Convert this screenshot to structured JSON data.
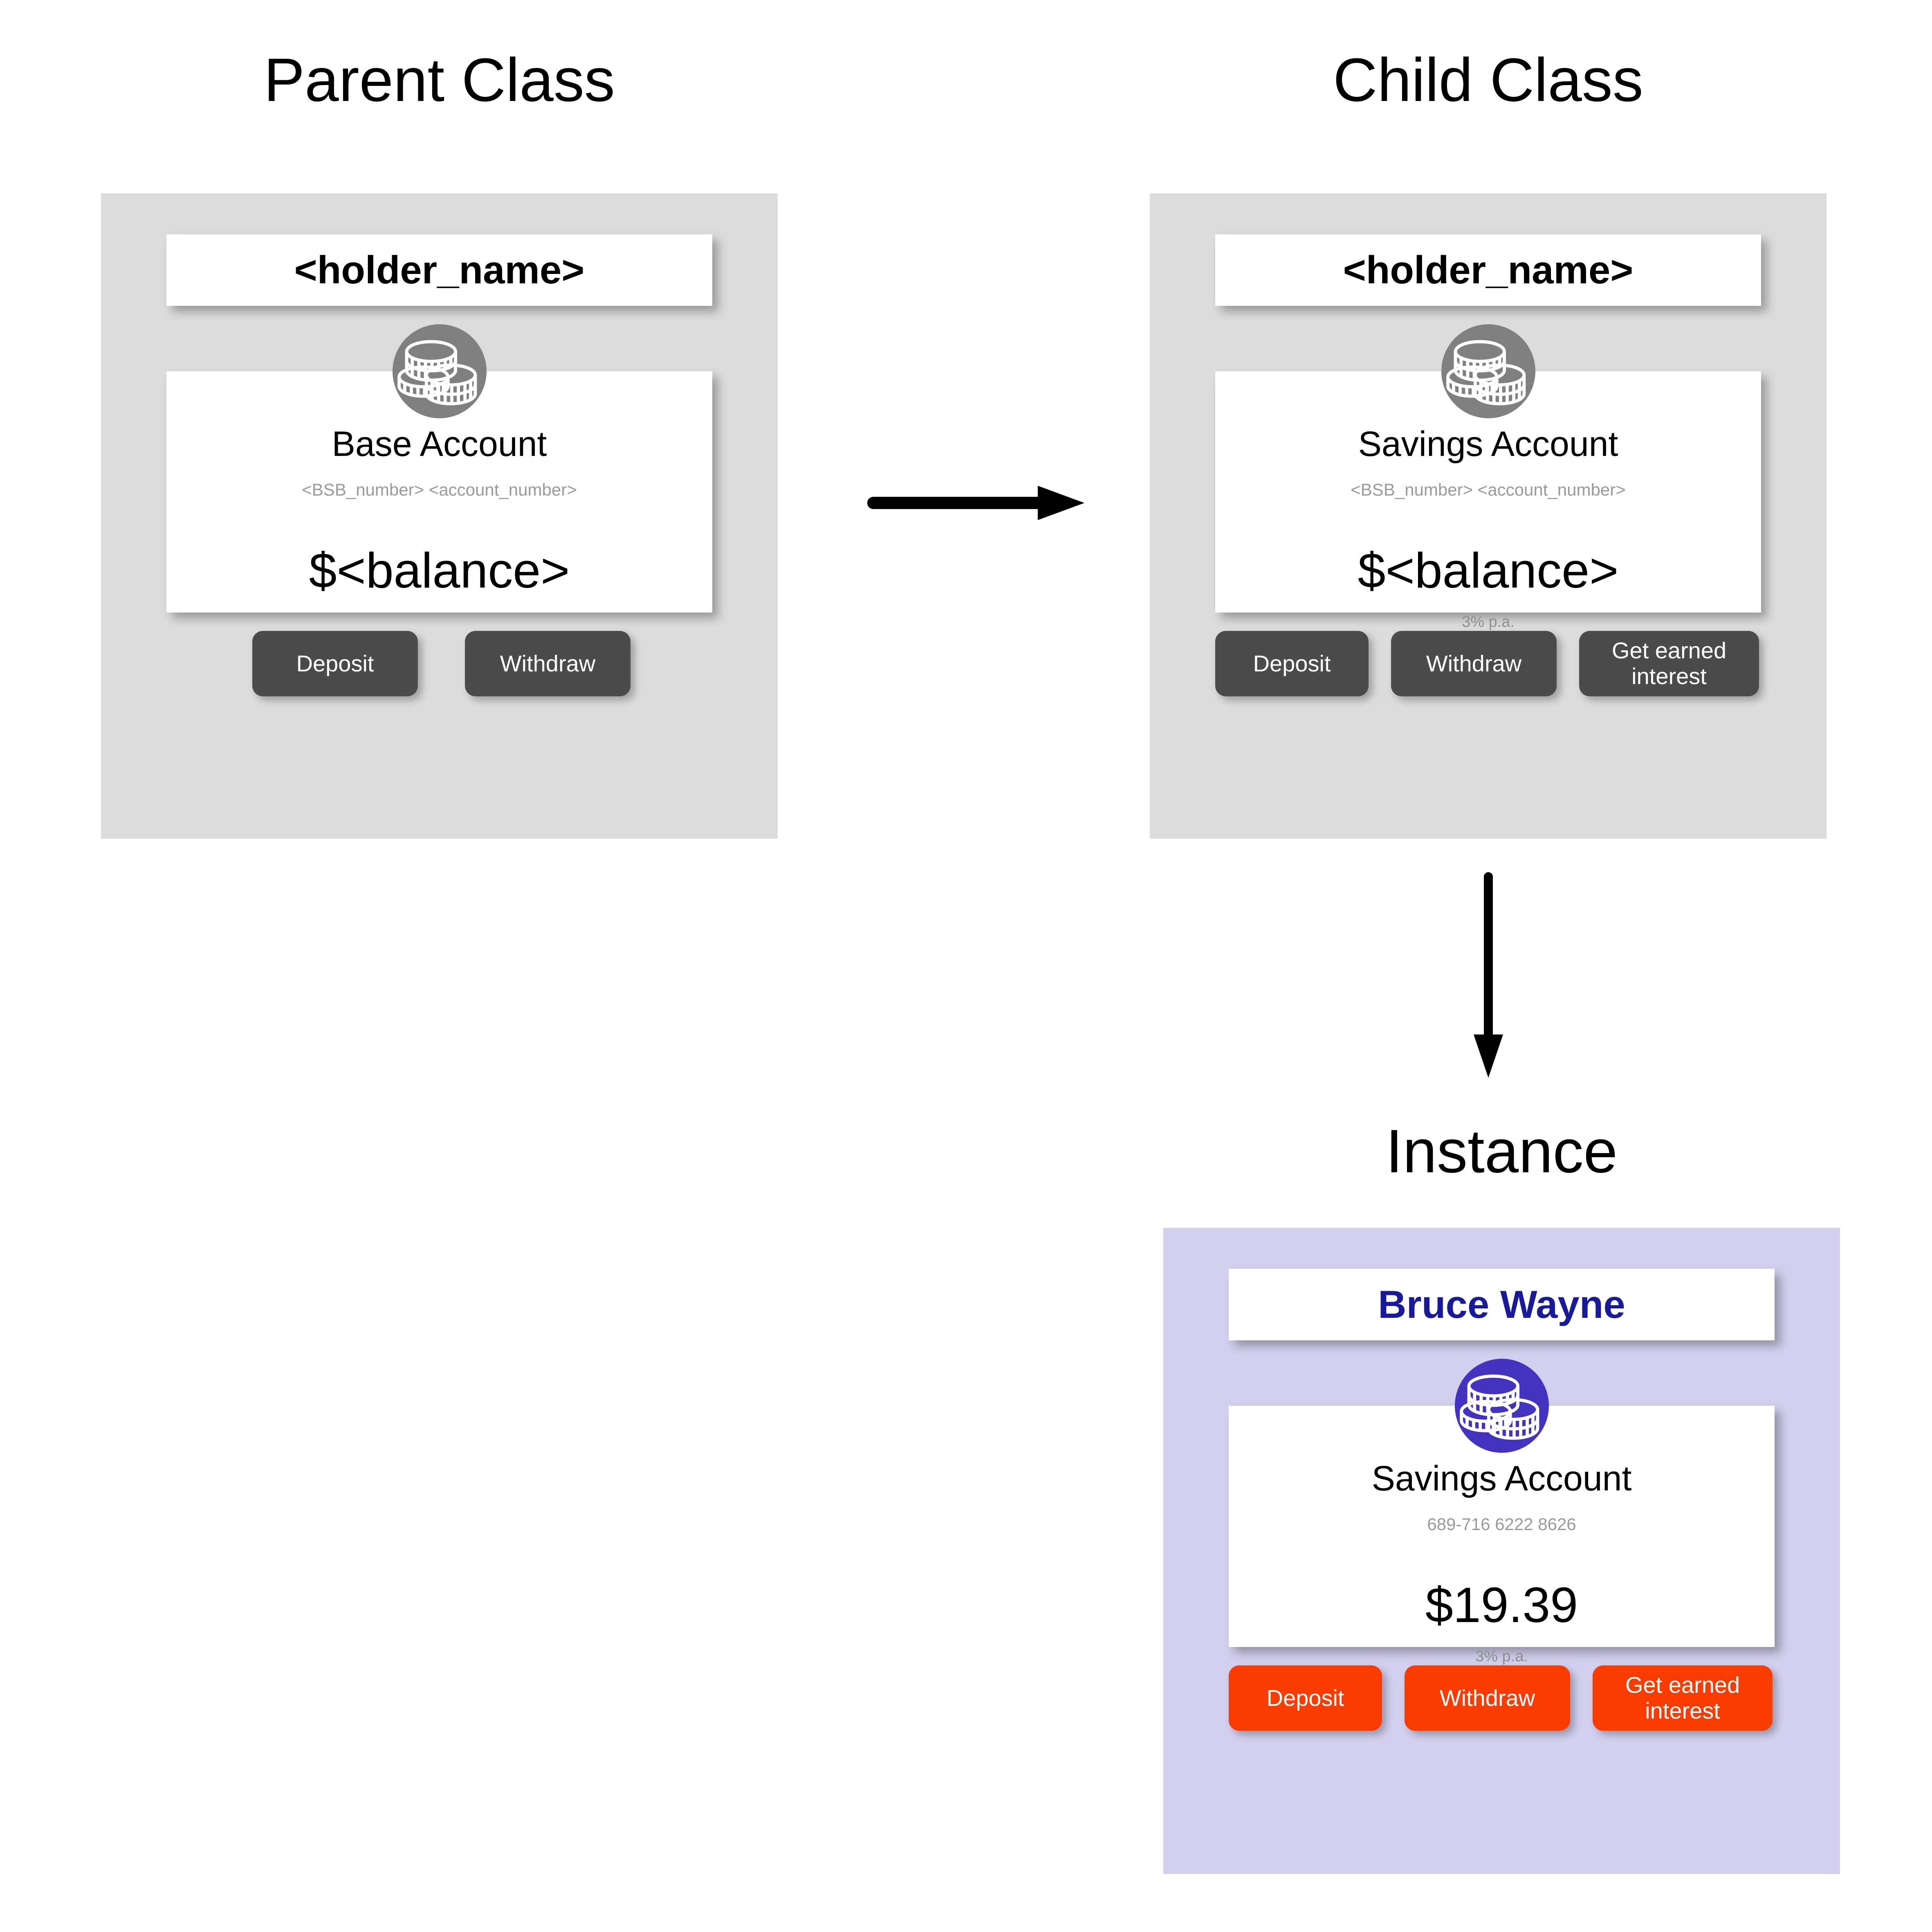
{
  "diagram": {
    "headings": {
      "parent": "Parent Class",
      "child": "Child Class",
      "instance": "Instance"
    },
    "colors": {
      "panel_class_bg": "#dcdcdc",
      "panel_instance_bg": "#d2d0ee",
      "card_bg": "#ffffff",
      "button_class": "#4b4b4b",
      "button_instance": "#fa3c00",
      "coin_badge_class": "#808080",
      "coin_badge_instance": "#4333c0",
      "holder_name_instance": "#19199c",
      "muted_text": "#9a9a9a",
      "arrow": "#000000"
    }
  },
  "parent_class": {
    "holder_name": "<holder_name>",
    "account_type": "Base Account",
    "account_number": "<BSB_number> <account_number>",
    "balance": "$<balance>",
    "interest_rate": null,
    "buttons": [
      {
        "label": "Deposit"
      },
      {
        "label": "Withdraw"
      }
    ],
    "coin_icon": "coin-stack-icon"
  },
  "child_class": {
    "holder_name": "<holder_name>",
    "account_type": "Savings Account",
    "account_number": "<BSB_number> <account_number>",
    "balance": "$<balance>",
    "interest_rate": "3% p.a.",
    "buttons": [
      {
        "label": "Deposit"
      },
      {
        "label": "Withdraw"
      },
      {
        "label": "Get earned interest"
      }
    ],
    "coin_icon": "coin-stack-icon"
  },
  "instance": {
    "holder_name": "Bruce Wayne",
    "account_type": "Savings Account",
    "account_number": "689-716 6222 8626",
    "balance": "$19.39",
    "interest_rate": "3% p.a.",
    "buttons": [
      {
        "label": "Deposit"
      },
      {
        "label": "Withdraw"
      },
      {
        "label": "Get earned interest"
      }
    ],
    "coin_icon": "coin-stack-icon"
  },
  "arrows": [
    {
      "name": "inheritance-arrow",
      "direction": "right",
      "from": "parent_class",
      "to": "child_class"
    },
    {
      "name": "instantiation-arrow",
      "direction": "down",
      "from": "child_class",
      "to": "instance"
    }
  ]
}
